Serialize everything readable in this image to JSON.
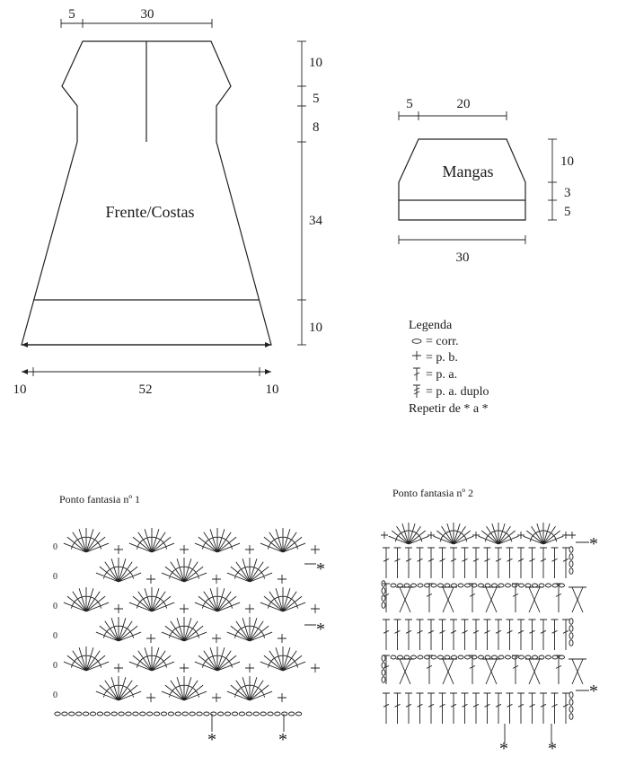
{
  "body_piece": {
    "label": "Frente/Costas",
    "top_dims": [
      "5",
      "30"
    ],
    "side_dims": [
      "10",
      "5",
      "8",
      "34",
      "10"
    ],
    "bottom_dims": [
      "10",
      "52",
      "10"
    ]
  },
  "sleeve_piece": {
    "label": "Mangas",
    "top_dims": [
      "5",
      "20"
    ],
    "side_dims": [
      "10",
      "3",
      "5"
    ],
    "bottom_dim": "30"
  },
  "legend": {
    "title": "Legenda",
    "items": [
      {
        "symbol": "chain-oval-icon",
        "text": "= corr."
      },
      {
        "symbol": "cross-icon",
        "text": "= p. b."
      },
      {
        "symbol": "double-crochet-icon",
        "text": "= p. a."
      },
      {
        "symbol": "treble-crochet-icon",
        "text": "= p. a. duplo"
      }
    ],
    "repeat_text": "Repetir de * a *"
  },
  "stitch_chart_1": {
    "title": "Ponto fantasia nº 1",
    "row_marks": [
      "*",
      "*"
    ],
    "bottom_marks": [
      "*",
      "*"
    ],
    "row_start_marks": [
      "0",
      "0",
      "0",
      "0",
      "0",
      "0"
    ]
  },
  "stitch_chart_2": {
    "title": "Ponto fantasia nº 2",
    "row_marks": [
      "*",
      "*"
    ],
    "bottom_marks": [
      "*",
      "*"
    ]
  }
}
